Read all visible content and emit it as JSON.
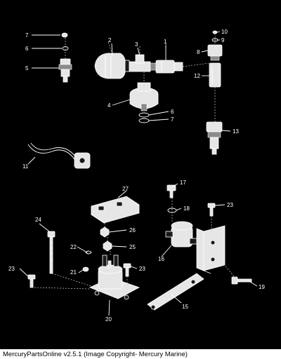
{
  "diagram": {
    "callouts": [
      "1",
      "2",
      "3",
      "4",
      "5",
      "6",
      "6",
      "7",
      "7",
      "8",
      "9",
      "10",
      "11",
      "12",
      "13",
      "15",
      "16",
      "17",
      "18",
      "19",
      "20",
      "21",
      "22",
      "23",
      "23",
      "23",
      "24",
      "25",
      "26",
      "27"
    ]
  },
  "footer": {
    "caption": "MercuryPartsOnline v2.5.1 (Image Copyright- Mercury Marine)"
  },
  "colors": {
    "background": "#000000",
    "lines": "#ffffff",
    "footer_bg": "#ffffff",
    "footer_text": "#000000"
  }
}
